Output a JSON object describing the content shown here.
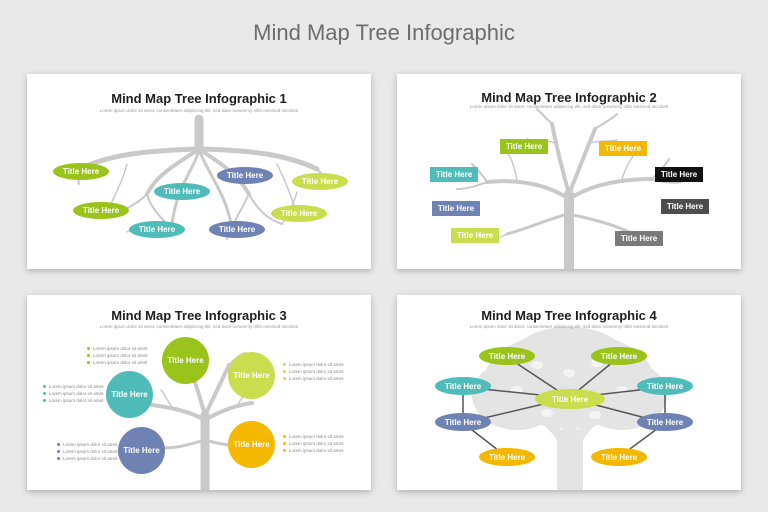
{
  "page": {
    "title": "Mind Map Tree Infographic"
  },
  "colors": {
    "green": "#9ac31c",
    "lime": "#c9dd4e",
    "teal": "#4fbcb9",
    "slate": "#6f82b4",
    "yellow": "#f5b800",
    "black": "#111111",
    "dark_gray": "#4d4d4d",
    "gray": "#7a7a7a",
    "tree": "#c9c9c9"
  },
  "subtitle": "Lorem ipsum dolor sit amet, consectetuer adipiscing elit, sed diam nonummy nibh euismod tincidunt",
  "node_label": "Title Here",
  "bullet_text": "Lorem ipsum dolor sit amet.",
  "slides": [
    {
      "title": "Mind Map Tree Infographic 1"
    },
    {
      "title": "Mind Map Tree Infographic 2"
    },
    {
      "title": "Mind Map Tree Infographic 3"
    },
    {
      "title": "Mind Map Tree Infographic 4"
    }
  ]
}
